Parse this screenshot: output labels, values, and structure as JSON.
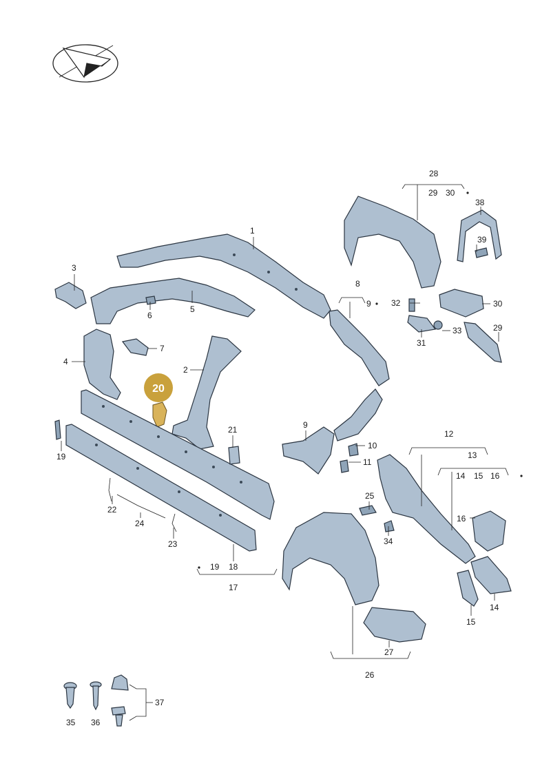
{
  "highlight": {
    "label": "20",
    "color": "#c9a13c"
  },
  "callouts": {
    "c1": "1",
    "c2": "2",
    "c3": "3",
    "c4": "4",
    "c5": "5",
    "c6": "6",
    "c7": "7",
    "c8": "8",
    "c9a": "9",
    "c9b": "9",
    "c10": "10",
    "c11": "11",
    "c12": "12",
    "c13": "13",
    "c14a": "14",
    "c14b": "14",
    "c15a": "15",
    "c15b": "15",
    "c16a": "16",
    "c16b": "16",
    "c17": "17",
    "c18": "18",
    "c19a": "19",
    "c19b": "19",
    "c21": "21",
    "c22": "22",
    "c23": "23",
    "c24": "24",
    "c25": "25",
    "c26": "26",
    "c27": "27",
    "c28": "28",
    "c29a": "29",
    "c29b": "29",
    "c30a": "30",
    "c30b": "30",
    "c31": "31",
    "c32": "32",
    "c33": "33",
    "c34": "34",
    "c35": "35",
    "c36": "36",
    "c37": "37",
    "c38": "38",
    "c39": "39"
  },
  "colors": {
    "part": "#aebfd0",
    "outline": "#2a3440",
    "highlight_part": "#d9b35a"
  },
  "icons": {
    "logo": "paper-plane-logo-icon"
  }
}
